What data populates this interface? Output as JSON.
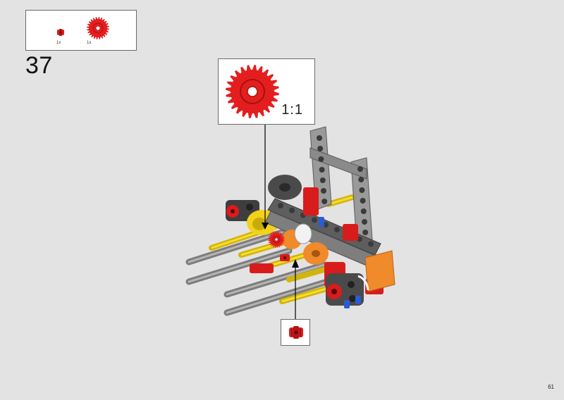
{
  "parts_list": {
    "items": [
      {
        "icon": "red-bushing-icon",
        "quantity": "1x"
      },
      {
        "icon": "red-gear-24-tooth-icon",
        "quantity": "1x"
      }
    ]
  },
  "step": {
    "number": "37"
  },
  "callout": {
    "scale": "1:1",
    "icon": "red-gear-24-tooth-icon"
  },
  "callout_small": {
    "icon": "red-bushing-icon"
  },
  "page": {
    "number": "61"
  },
  "colors": {
    "background": "#e3e3e3",
    "gear_red": "#e41e1e",
    "axle_yellow": "#f2d21a",
    "beam_gray": "#9a9a9a",
    "dark_gray": "#3e3e3e",
    "orange": "#f08a2a",
    "blue": "#2a5bd8"
  }
}
